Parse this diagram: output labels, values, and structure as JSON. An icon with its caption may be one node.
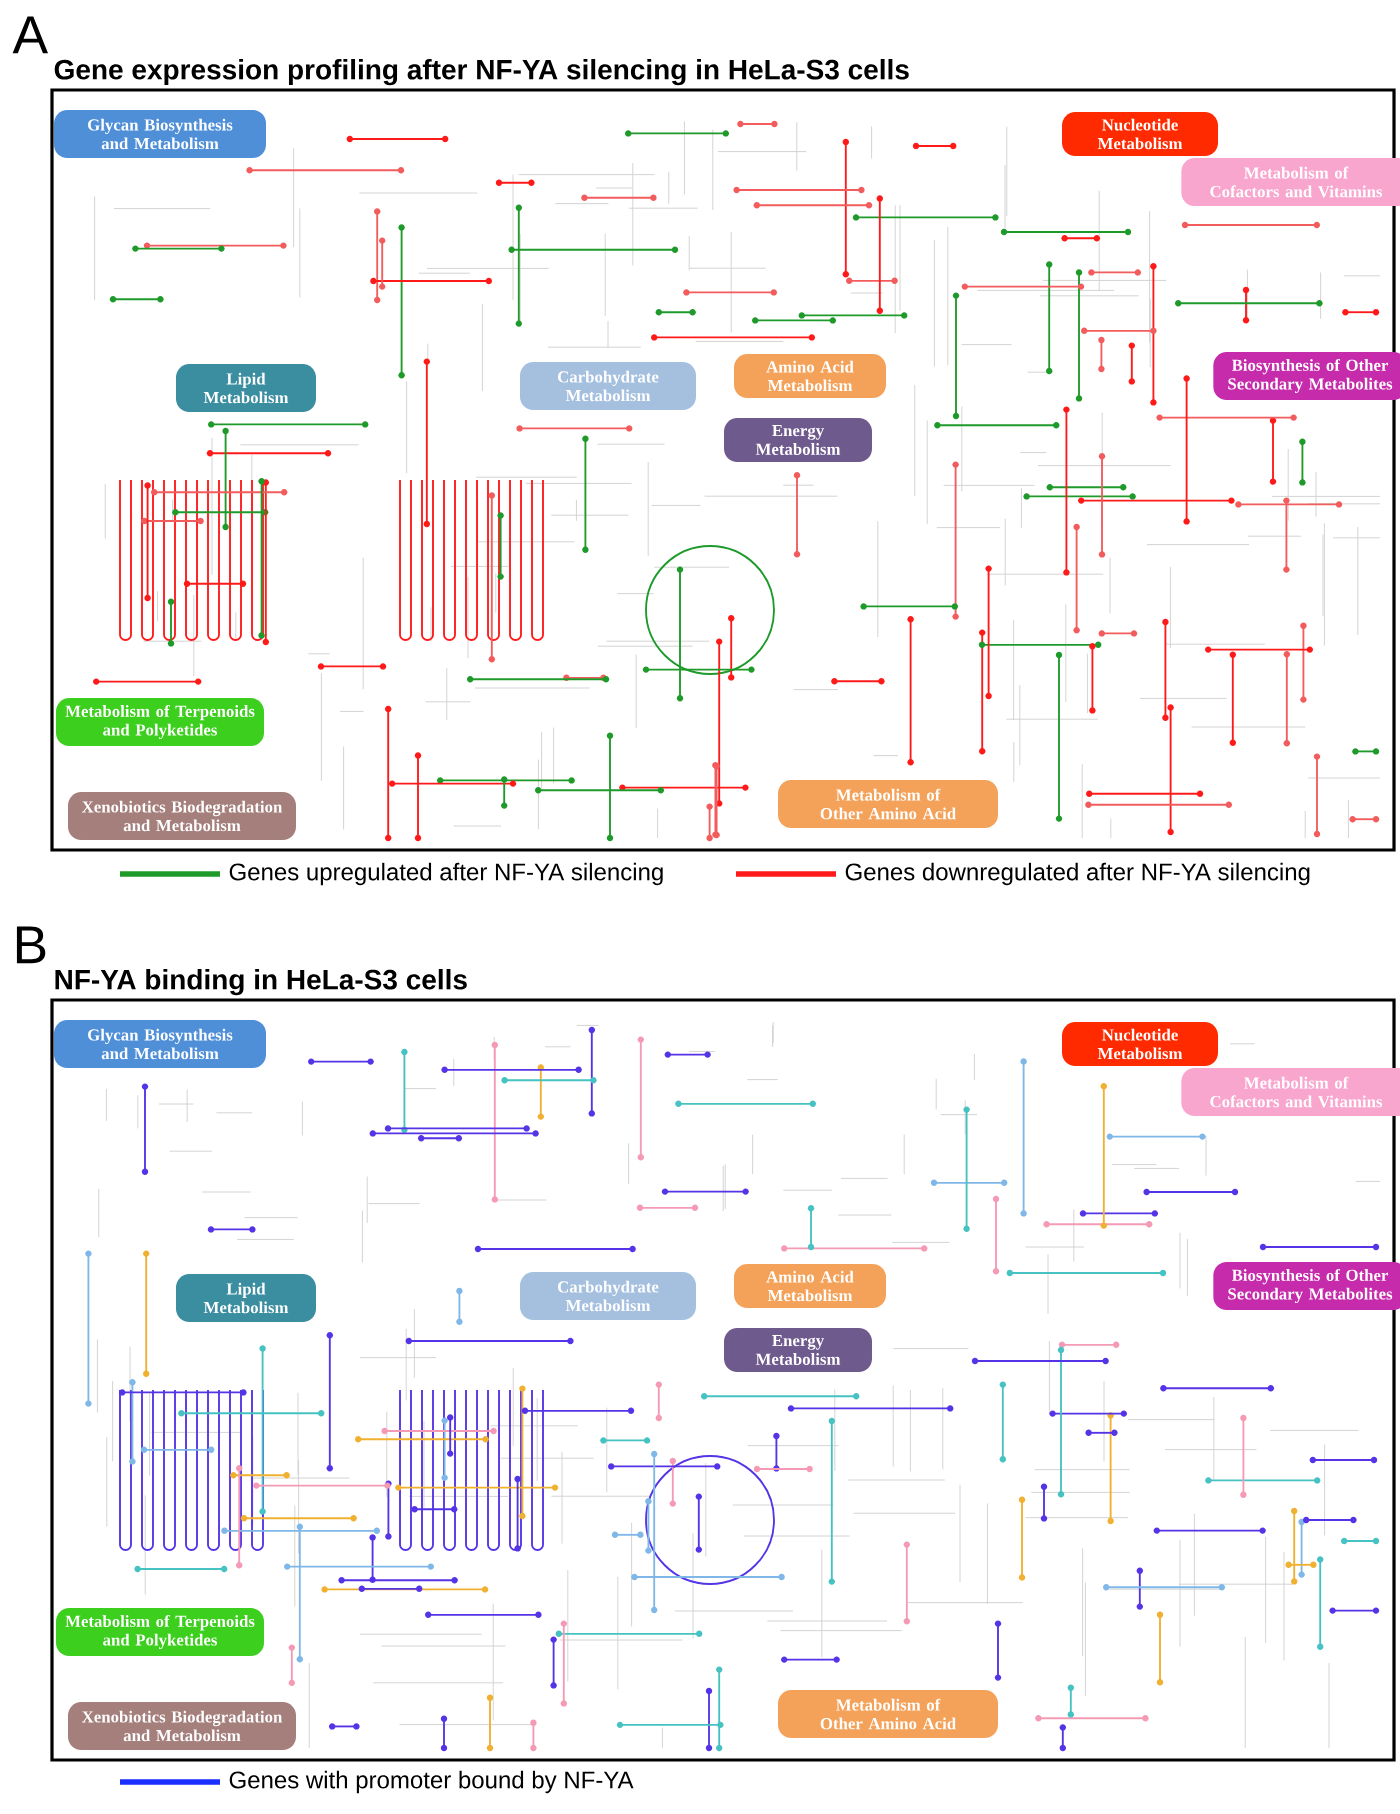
{
  "diagram": {
    "nodes": [
      {
        "text": [
          "Gene expression profiling after NF-YA silencing in HeLa-S3 cells"
        ]
      },
      {
        "text": [
          "Glycan Biosynthesis and Metabolism"
        ],
        "in": 0
      },
      {
        "text": [
          "Nucleotide Metabolism"
        ],
        "in": 0
      },
      {
        "text": [
          "Metabolism of Cofactors and Vitamins"
        ],
        "in": 0
      },
      {
        "text": [
          "Lipid Metabolism"
        ],
        "in": 0
      },
      {
        "text": [
          "Carbohydrate Metabolism"
        ],
        "in": 0
      },
      {
        "text": [
          "Amino Acid Metabolism"
        ],
        "in": 0
      },
      {
        "text": [
          "Biosynthesis of Other Secondary Metabolites"
        ],
        "in": 0
      },
      {
        "text": [
          "Energy Metabolism"
        ],
        "in": 0
      },
      {
        "text": [
          "Metabolism of Terpenoids and Polyketides"
        ],
        "in": 0
      },
      {
        "text": [
          "Xenobiotics Biodegradation and Metabolism"
        ],
        "in": 0
      },
      {
        "text": [
          "Metabolism of Other Amino Acid"
        ],
        "in": 0
      },
      {
        "text": [
          "NF-YA binding in HeLa-S3 cells"
        ]
      },
      {
        "text": [
          "Glycan Biosynthesis and Metabolism"
        ],
        "in": 12
      },
      {
        "text": [
          "Nucleotide Metabolism"
        ],
        "in": 12
      },
      {
        "text": [
          "Metabolism of Cofactors and Vitamins"
        ],
        "in": 12
      },
      {
        "text": [
          "Lipid Metabolism"
        ],
        "in": 12
      },
      {
        "text": [
          "Carbohydrate Metabolism"
        ],
        "in": 12
      },
      {
        "text": [
          "Amino Acid Metabolism"
        ],
        "in": 12
      },
      {
        "text": [
          "Biosynthesis of Other Secondary Metabolites"
        ],
        "in": 12
      },
      {
        "text": [
          "Energy Metabolism"
        ],
        "in": 12
      },
      {
        "text": [
          "Metabolism of Terpenoids and Polyketides"
        ],
        "in": 12
      },
      {
        "text": [
          "Xenobiotics Biodegradation and Metabolism"
        ],
        "in": 12
      },
      {
        "text": [
          "Metabolism of Other Amino Acid"
        ],
        "in": 12
      }
    ],
    "labels": [
      "A",
      "B"
    ],
    "legend": [
      {
        "text": "Genes upregulated after NF-YA silencing"
      },
      {
        "text": "Genes downregulated after NF-YA silencing"
      },
      {
        "text": "Genes with promoter bound by NF-YA"
      }
    ]
  }
}
